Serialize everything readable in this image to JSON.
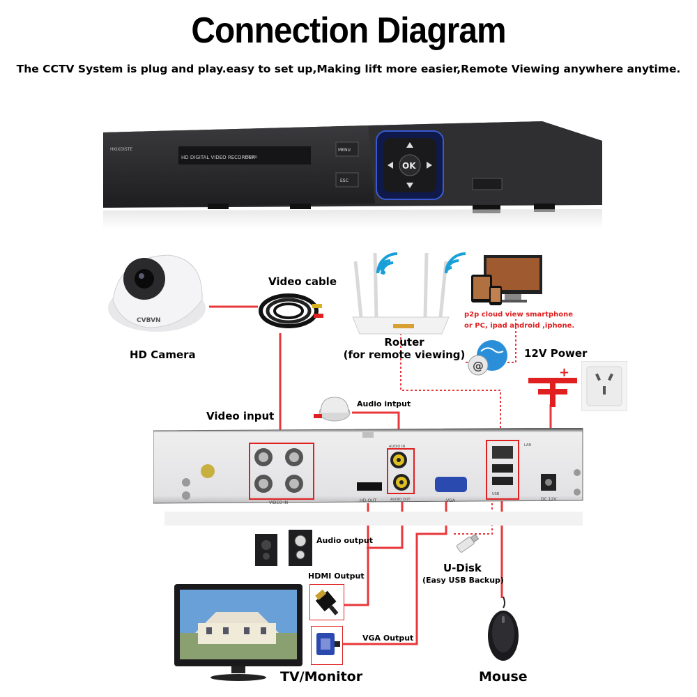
{
  "title": "Connection Diagram",
  "subtitle": "The CCTV System is plug and play.easy to set up,Making lift more easier,Remote Viewing anywhere anytime.",
  "dvr_front": {
    "brand": "HKIXDISTE",
    "panel_label": "HD DIGITAL VIDEO RECORDER",
    "power_label": "POWER",
    "menu_button": "MENU",
    "esc_button": "ESC",
    "ok_button": "OK"
  },
  "camera": {
    "label": "HD Camera",
    "brand": "CVBVN"
  },
  "video_cable": {
    "label": "Video cable"
  },
  "router": {
    "label_line1": "Router",
    "label_line2": "(for remote viewing)"
  },
  "remote": {
    "line1": "p2p cloud  view smartphone",
    "line2": "or PC, ipad android ,iphone."
  },
  "power": {
    "label": "12V Power",
    "plus": "+",
    "minus": "-"
  },
  "video_input": {
    "label": "Video input"
  },
  "audio_input": {
    "label": "Audio intput"
  },
  "dvr_back": {
    "video_in": "VIDEO IN",
    "audio_in": "AUDIO IN",
    "audio_out": "AUDIO OUT",
    "hd_out": "HD-OUT",
    "vga": "VGA",
    "lan": "LAN",
    "usb": "USB",
    "dc": "DC 12V"
  },
  "audio_output": {
    "label": "Audio output"
  },
  "hdmi_output": {
    "label": "HDMI Output"
  },
  "vga_output": {
    "label": "VGA Output"
  },
  "udisk": {
    "label": "U-Disk",
    "sublabel": "(Easy USB Backup)"
  },
  "monitor": {
    "label": "TV/Monitor"
  },
  "mouse": {
    "label": "Mouse"
  },
  "colors": {
    "line_red": "#e8373a",
    "dvr_dark": "#2b2b2d",
    "panel_blue": "#1a2a6c"
  }
}
